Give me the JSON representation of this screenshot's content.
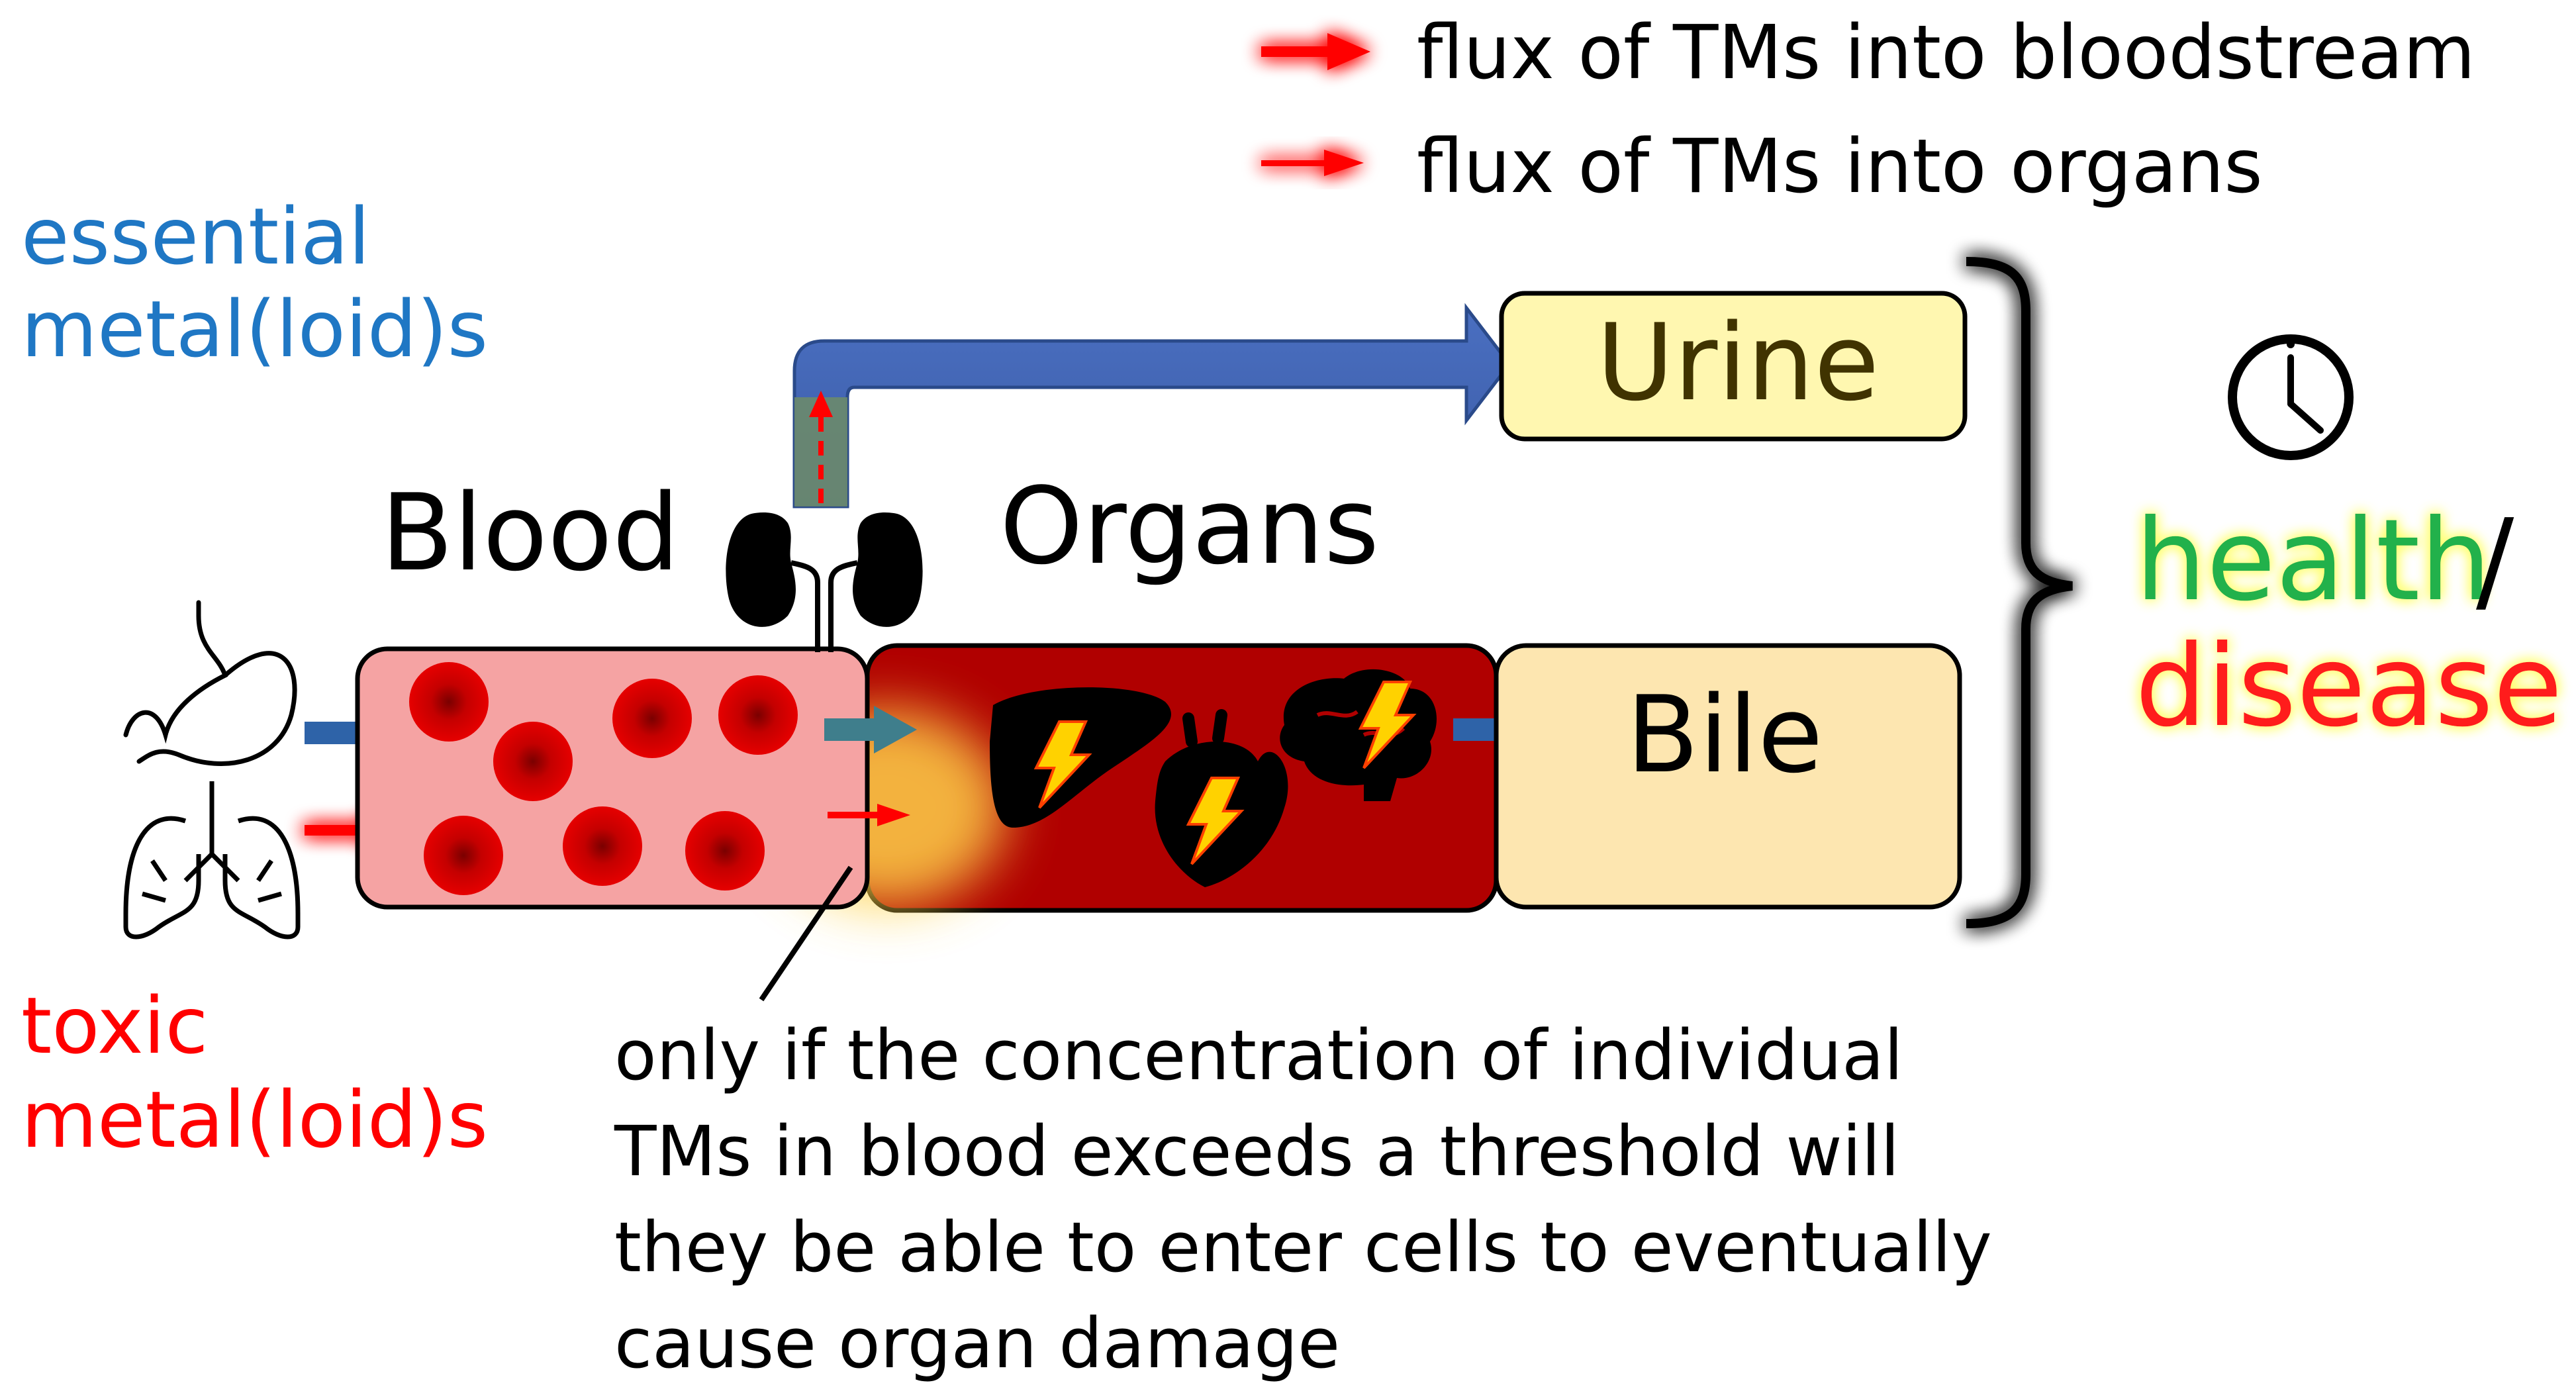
{
  "legend": {
    "bloodstream_label": "flux of TMs into bloodstream",
    "organs_label": "flux of TMs into organs"
  },
  "labels": {
    "essential_line1": "essential",
    "essential_line2": "metal(loid)s",
    "toxic_line1": "toxic",
    "toxic_line2": "metal(loid)s",
    "blood": "Blood",
    "organs": "Organs",
    "urine": "Urine",
    "bile": "Bile",
    "health": "health",
    "slash": "/",
    "disease": "disease"
  },
  "note": {
    "line1": "only if the concentration of individual",
    "line2": "TMs in blood exceeds a threshold will",
    "line3": "they be able to enter cells to eventually",
    "line4": "cause organ damage"
  },
  "colors": {
    "essential": "#1f77c4",
    "toxic": "#ff0000",
    "health": "#22b14c",
    "disease": "#ff1a1a",
    "blood_box": "#f5a3a3",
    "organs_box": "#b00000",
    "urine_box": "#fff7b0",
    "bile_box": "#fde6b0",
    "blue_arrow": "#4472c4",
    "bracket": "#000000",
    "glow": "#ffff33"
  },
  "icons": [
    "stomach-icon",
    "lungs-icon",
    "kidneys-icon",
    "clock-icon",
    "liver-icon",
    "heart-icon",
    "brain-icon",
    "lightning-icon",
    "red-blood-cell-icon"
  ]
}
